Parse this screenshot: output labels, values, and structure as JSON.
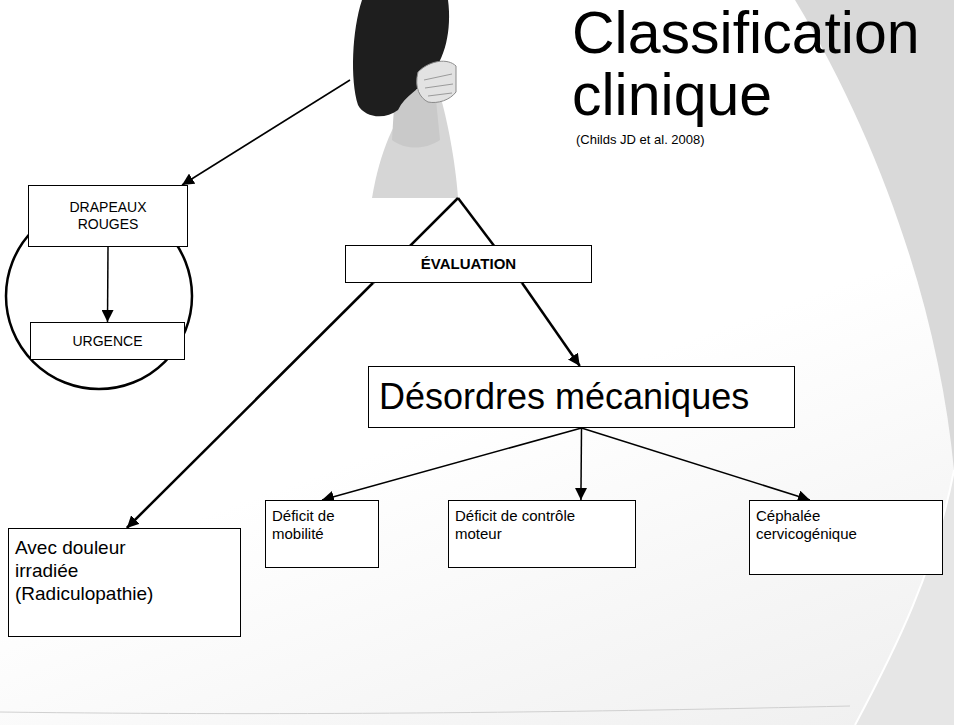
{
  "diagram": {
    "title": "Classification clinique",
    "nodes": [
      {
        "text": [
          "DRAPEAUX ROUGES"
        ]
      },
      {
        "text": [
          "URGENCE"
        ]
      },
      {
        "text": [
          "ÉVALUATION"
        ]
      },
      {
        "text": [
          "Désordres mécaniques"
        ]
      },
      {
        "text": [
          "Avec douleur irradiée (Radiculopathie)"
        ]
      },
      {
        "text": [
          "Déficit de mobilité"
        ]
      },
      {
        "text": [
          "Déficit de contrôle moteur"
        ]
      },
      {
        "text": [
          "Céphalée cervicogénique"
        ]
      }
    ],
    "edges": [
      {
        "from": 0,
        "to": 1,
        "arrow": "to"
      },
      {
        "from": 2,
        "to": 4,
        "arrow": "to"
      },
      {
        "from": 2,
        "to": 3,
        "arrow": "to"
      },
      {
        "from": 3,
        "to": 5,
        "arrow": "to"
      },
      {
        "from": 3,
        "to": 6,
        "arrow": "to"
      },
      {
        "from": 3,
        "to": 7,
        "arrow": "to"
      }
    ],
    "labels": [
      "(Childs JD et al. 2008)"
    ]
  }
}
